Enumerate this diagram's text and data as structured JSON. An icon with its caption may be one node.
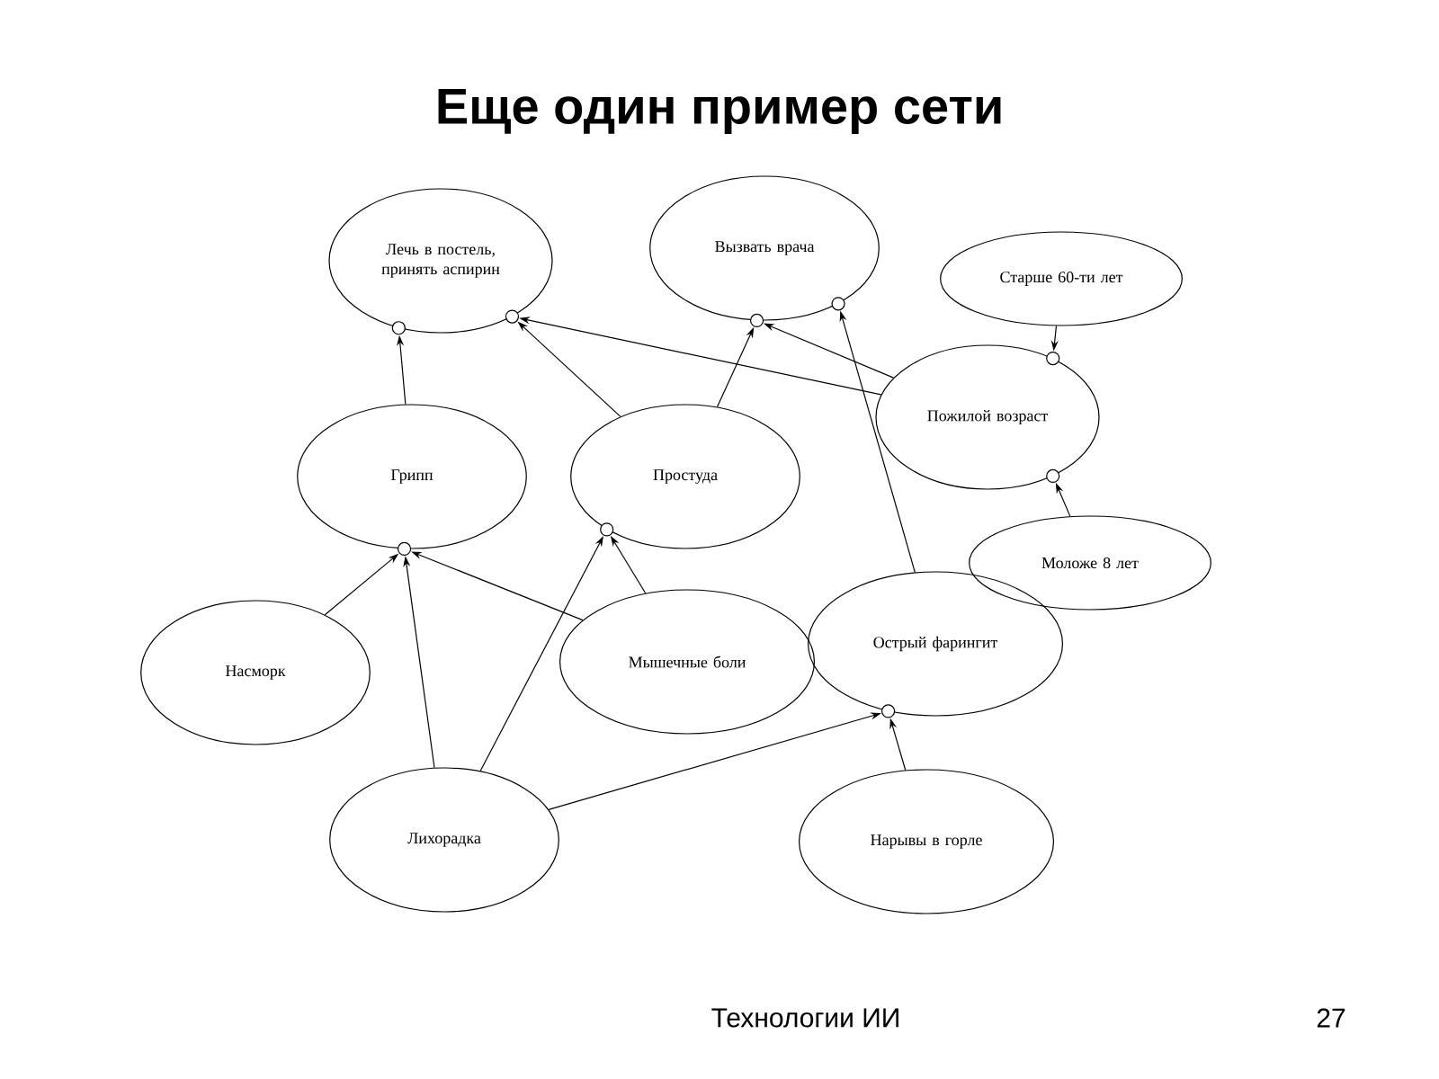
{
  "diagram": {
    "title": "Еще один пример сети",
    "nodes": [
      {
        "text": [
          "Лечь в постель, принять аспирин"
        ]
      },
      {
        "text": [
          "Вызвать врача"
        ]
      },
      {
        "text": [
          "Старше 60-ти лет"
        ]
      },
      {
        "text": [
          "Пожилой возраст"
        ]
      },
      {
        "text": [
          "Грипп"
        ]
      },
      {
        "text": [
          "Простуда"
        ]
      },
      {
        "text": [
          "Моложе 8 лет"
        ]
      },
      {
        "text": [
          "Насморк"
        ]
      },
      {
        "text": [
          "Мышечные боли"
        ]
      },
      {
        "text": [
          "Острый фарингит"
        ]
      },
      {
        "text": [
          "Лихорадка"
        ]
      },
      {
        "text": [
          "Нарывы в горле"
        ]
      }
    ],
    "edges": [
      {
        "from": 4,
        "to": 0,
        "arrow": "to"
      },
      {
        "from": 5,
        "to": 0,
        "arrow": "to"
      },
      {
        "from": 3,
        "to": 0,
        "arrow": "to"
      },
      {
        "from": 5,
        "to": 1,
        "arrow": "to"
      },
      {
        "from": 3,
        "to": 1,
        "arrow": "to"
      },
      {
        "from": 9,
        "to": 1,
        "arrow": "to"
      },
      {
        "from": 2,
        "to": 3,
        "arrow": "to"
      },
      {
        "from": 6,
        "to": 3,
        "arrow": "to"
      },
      {
        "from": 7,
        "to": 4,
        "arrow": "to"
      },
      {
        "from": 8,
        "to": 4,
        "arrow": "to"
      },
      {
        "from": 10,
        "to": 4,
        "arrow": "to"
      },
      {
        "from": 10,
        "to": 5,
        "arrow": "to"
      },
      {
        "from": 8,
        "to": 5,
        "arrow": "to"
      },
      {
        "from": 10,
        "to": 9,
        "arrow": "to"
      },
      {
        "from": 11,
        "to": 9,
        "arrow": "to"
      }
    ],
    "labels": [
      "Технологии ИИ",
      "27"
    ]
  }
}
